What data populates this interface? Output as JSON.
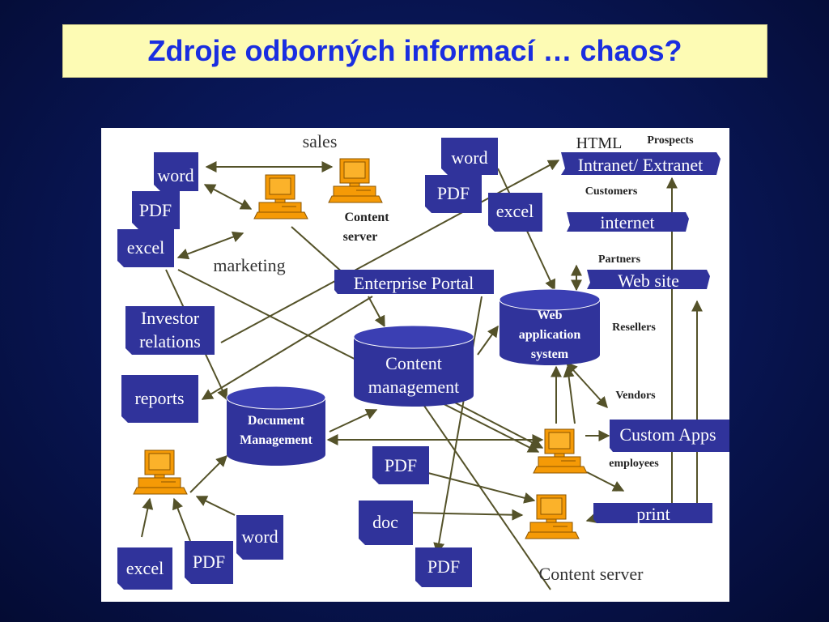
{
  "slide": {
    "title": "Zdroje odborných informací … chaos?"
  },
  "diagram": {
    "colors": {
      "node_fill": "#30339b",
      "node_text": "#ffffff",
      "arrow": "#545229",
      "computer": "#f59a06",
      "title_text": "#1a2ee0",
      "title_bg": "#fdfbb4"
    },
    "labels": {
      "sales": "sales",
      "marketing": "marketing",
      "content_server_top_line1": "Content",
      "content_server_top_line2": "server",
      "html": "HTML",
      "prospects": "Prospects",
      "customers": "Customers",
      "partners": "Partners",
      "resellers": "Resellers",
      "vendors": "Vendors",
      "employees": "employees",
      "content_server_bottom": "Content server"
    },
    "docs": {
      "word_tl": "word",
      "pdf_tl": "PDF",
      "excel_tl": "excel",
      "word_tc": "word",
      "pdf_tc": "PDF",
      "excel_tc": "excel",
      "investor_line1": "Investor",
      "investor_line2": "relations",
      "reports": "reports",
      "pdf_mid": "PDF",
      "doc_mid": "doc",
      "pdf_bot": "PDF",
      "excel_bl": "excel",
      "pdf_bl": "PDF",
      "word_bl": "word"
    },
    "banners": {
      "intranet": "Intranet/ Extranet",
      "internet": "internet",
      "website": "Web site",
      "portal": "Enterprise Portal",
      "custom_apps": "Custom Apps",
      "print": "print"
    },
    "cylinders": {
      "web_line1": "Web",
      "web_line2": "application",
      "web_line3": "system",
      "cm_line1": "Content",
      "cm_line2": "management",
      "dm_line1": "Document",
      "dm_line2": "Management"
    }
  }
}
